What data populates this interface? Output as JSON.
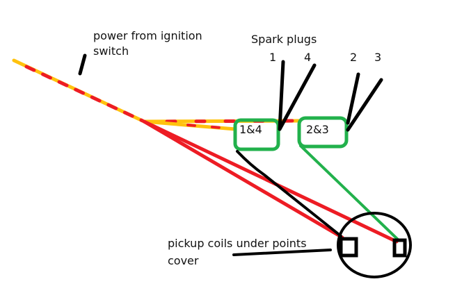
{
  "labels": {
    "power_source": [
      "power from ignition",
      "switch"
    ],
    "spark_plugs_title": "Spark plugs",
    "plug_numbers": [
      "1",
      "4",
      "2",
      "3"
    ],
    "coil_a": "1&4",
    "coil_b": "2&3",
    "pickup": [
      "pickup coils under points",
      "cover"
    ]
  },
  "colors": {
    "power_wire": "#ffc20e",
    "power_dash": "#ed1c24",
    "red_wire": "#ed1c24",
    "green": "#22b14c",
    "black": "#000000"
  }
}
